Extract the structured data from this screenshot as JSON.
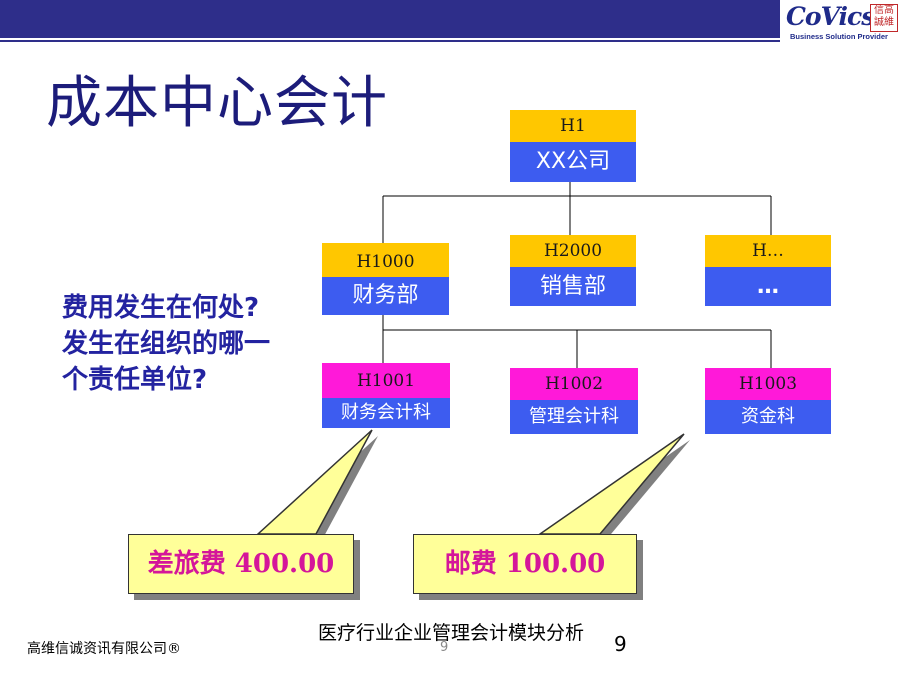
{
  "header": {
    "logo_text": "CoVics",
    "logo_seal": "信高\n誠維",
    "logo_tagline": "Business Solution Provider"
  },
  "title": "成本中心会计",
  "question": "费用发生在何处?发生在组织的哪一个责任单位?",
  "org_chart": {
    "root": {
      "code": "H1",
      "name": "XX公司"
    },
    "level2": [
      {
        "code": "H1000",
        "name": "财务部"
      },
      {
        "code": "H2000",
        "name": "销售部"
      },
      {
        "code": "H…",
        "name": "…"
      }
    ],
    "level3": [
      {
        "code": "H1001",
        "name": "财务会计科"
      },
      {
        "code": "H1002",
        "name": "管理会计科"
      },
      {
        "code": "H1003",
        "name": "资金科"
      }
    ]
  },
  "callouts": [
    {
      "label": "差旅费 400.00"
    },
    {
      "label": "邮费 100.00"
    }
  ],
  "colors": {
    "header_bar": "#2e2e8a",
    "code_level1_2": "#ffc700",
    "code_level3": "#ff19d9",
    "name_bg": "#3d5cf0",
    "callout_bg": "#ffff99",
    "callout_text": "#d4169a",
    "question_text": "#2323a0"
  },
  "footer": {
    "company": "高维信诚资讯有限公司®",
    "doc_title": "医疗行业企业管理会计模块分析",
    "page_marker": "9",
    "page_number": "9"
  }
}
